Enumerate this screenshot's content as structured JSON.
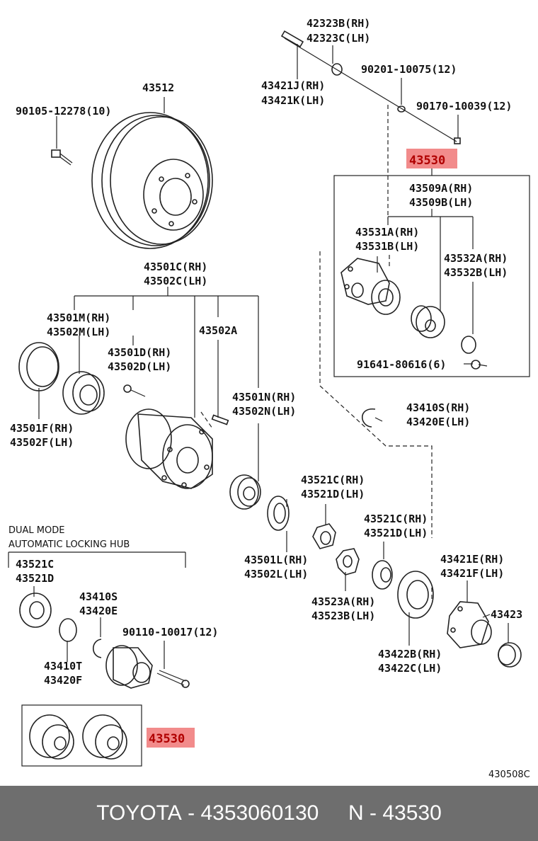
{
  "labels": {
    "l42323": [
      "42323B(RH)",
      "42323C(LH)"
    ],
    "l43421j": [
      "43421J(RH)",
      "43421K(LH)"
    ],
    "l90201": "90201-10075(12)",
    "l90170": "90170-10039(12)",
    "l43512": "43512",
    "l90105": "90105-12278(10)",
    "l43530top": "43530",
    "l43509": [
      "43509A(RH)",
      "43509B(LH)"
    ],
    "l43531": [
      "43531A(RH)",
      "43531B(LH)"
    ],
    "l43532": [
      "43532A(RH)",
      "43532B(LH)"
    ],
    "l91641": "91641-80616(6)",
    "l43501c": [
      "43501C(RH)",
      "43502C(LH)"
    ],
    "l43501m": [
      "43501M(RH)",
      "43502M(LH)"
    ],
    "l43502a": "43502A",
    "l43501d": [
      "43501D(RH)",
      "43502D(LH)"
    ],
    "l43501f": [
      "43501F(RH)",
      "43502F(LH)"
    ],
    "l43501n": [
      "43501N(RH)",
      "43502N(LH)"
    ],
    "l43410s": [
      "43410S(RH)",
      "43420E(LH)"
    ],
    "l43521c_a": [
      "43521C(RH)",
      "43521D(LH)"
    ],
    "l43521c_b": [
      "43521C(RH)",
      "43521D(LH)"
    ],
    "l43501l": [
      "43501L(RH)",
      "43502L(LH)"
    ],
    "l43421e": [
      "43421E(RH)",
      "43421F(LH)"
    ],
    "l43523": [
      "43523A(RH)",
      "43523B(LH)"
    ],
    "l43423": "43423",
    "l43422": [
      "43422B(RH)",
      "43422C(LH)"
    ],
    "dualmode": [
      "DUAL MODE",
      "AUTOMATIC LOCKING HUB"
    ],
    "l43521c_c": [
      "43521C",
      "43521D"
    ],
    "l43410s_b": [
      "43410S",
      "43420E"
    ],
    "l90110": "90110-10017(12)",
    "l43410t": [
      "43410T",
      "43420F"
    ],
    "l43530bot": "43530",
    "code": "430508C"
  },
  "colors": {
    "highlight": "#f28b8b",
    "footer_bg": "#6e6e6e"
  },
  "footer": {
    "brand": "TOYOTA",
    "sep": " - ",
    "number": "4353060130",
    "gap": "     ",
    "code": "N - 43530"
  }
}
